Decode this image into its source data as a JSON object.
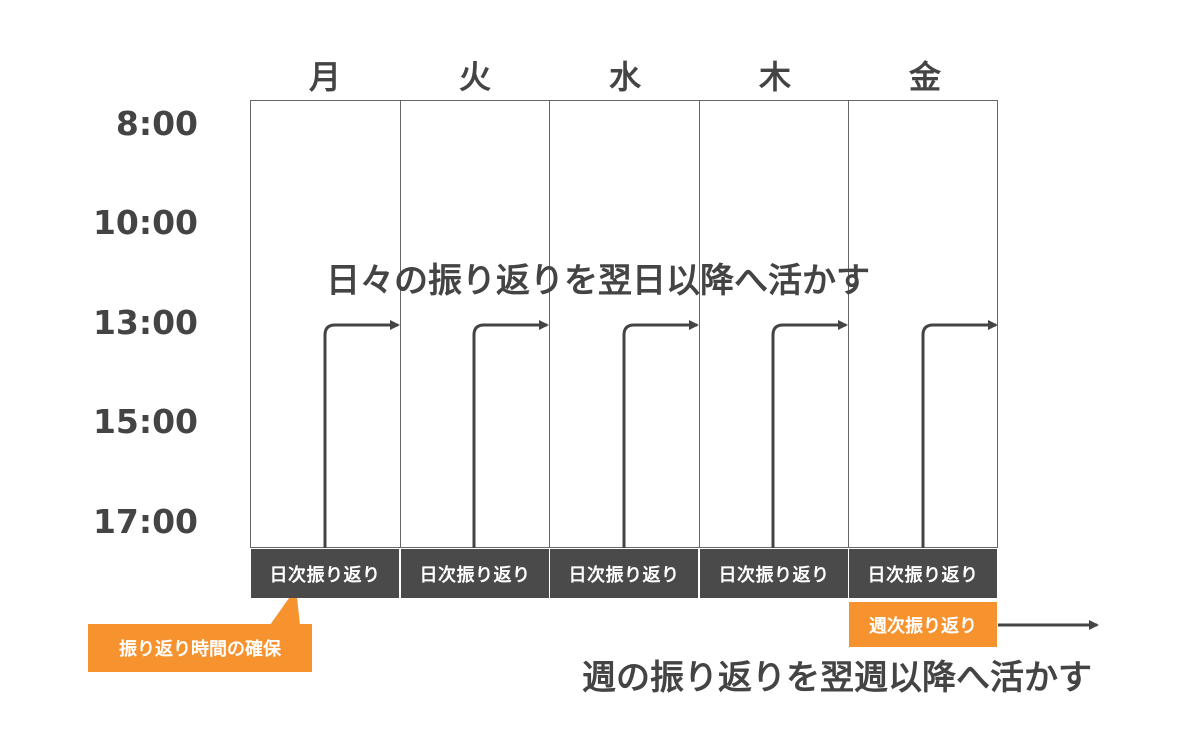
{
  "days": [
    "月",
    "火",
    "水",
    "木",
    "金"
  ],
  "times": [
    "8:00",
    "10:00",
    "13:00",
    "15:00",
    "17:00"
  ],
  "daily_review_label": "日次振り返り",
  "weekly_review_label": "週次振り返り",
  "secure_time_label": "振り返り時間の確保",
  "caption_daily": "日々の振り返りを翌日以降へ活かす",
  "caption_weekly": "週の振り返りを翌週以降へ活かす",
  "colors": {
    "dark": "#4a4a4a",
    "accent": "#f7932e",
    "text": "#444444"
  }
}
